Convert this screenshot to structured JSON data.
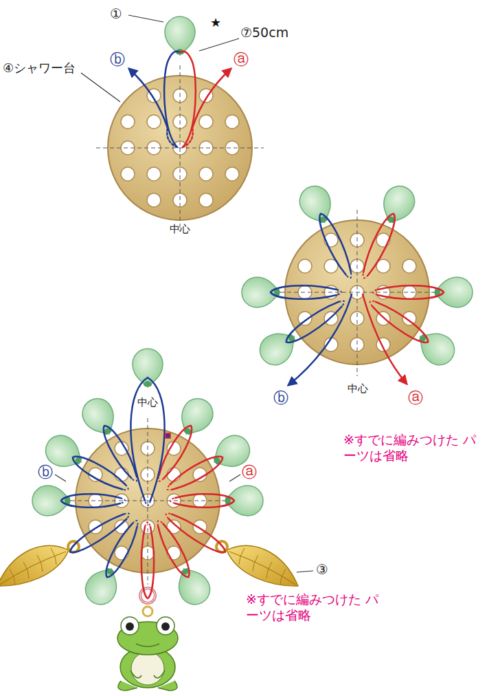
{
  "diagram": {
    "labels": [
      "①",
      "★",
      "⑦50cm",
      "ⓑ",
      "ⓐ",
      "④シャワー台",
      "中心",
      "中心",
      "ⓑ",
      "ⓐ",
      "中心",
      "ⓑ",
      "ⓐ",
      "※すでに編みつけた パーツは省略",
      "③",
      "※すでに編みつけた パーツは省略"
    ]
  }
}
